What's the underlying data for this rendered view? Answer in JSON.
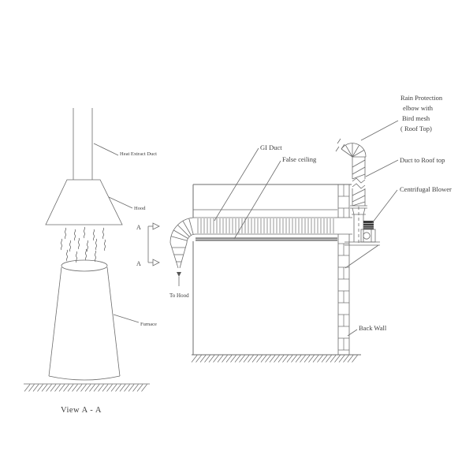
{
  "diagram": {
    "left_view": {
      "heat_extract_duct": "Heat Extract Duct",
      "hood": "Hood",
      "furnace": "Furnace",
      "to_hood": "To Hood",
      "section_letter": "A",
      "caption": "View A - A"
    },
    "main_view": {
      "gi_duct": "GI Duct",
      "false_ceiling": "False ceiling",
      "rain_lines": [
        "Rain Protection",
        "elbow with",
        "Bird mesh",
        "( Roof Top)"
      ],
      "duct_to_roof": "Duct to Roof top",
      "centrifugal_blower": "Centrifugal Blower",
      "back_wall": "Back Wall"
    },
    "colors": {
      "line": "#6b6b6b",
      "text": "#3d3d3d",
      "background": "#ffffff",
      "motor_fill": "#3a3a3a",
      "ceiling_band": "#9a9a9a"
    }
  }
}
